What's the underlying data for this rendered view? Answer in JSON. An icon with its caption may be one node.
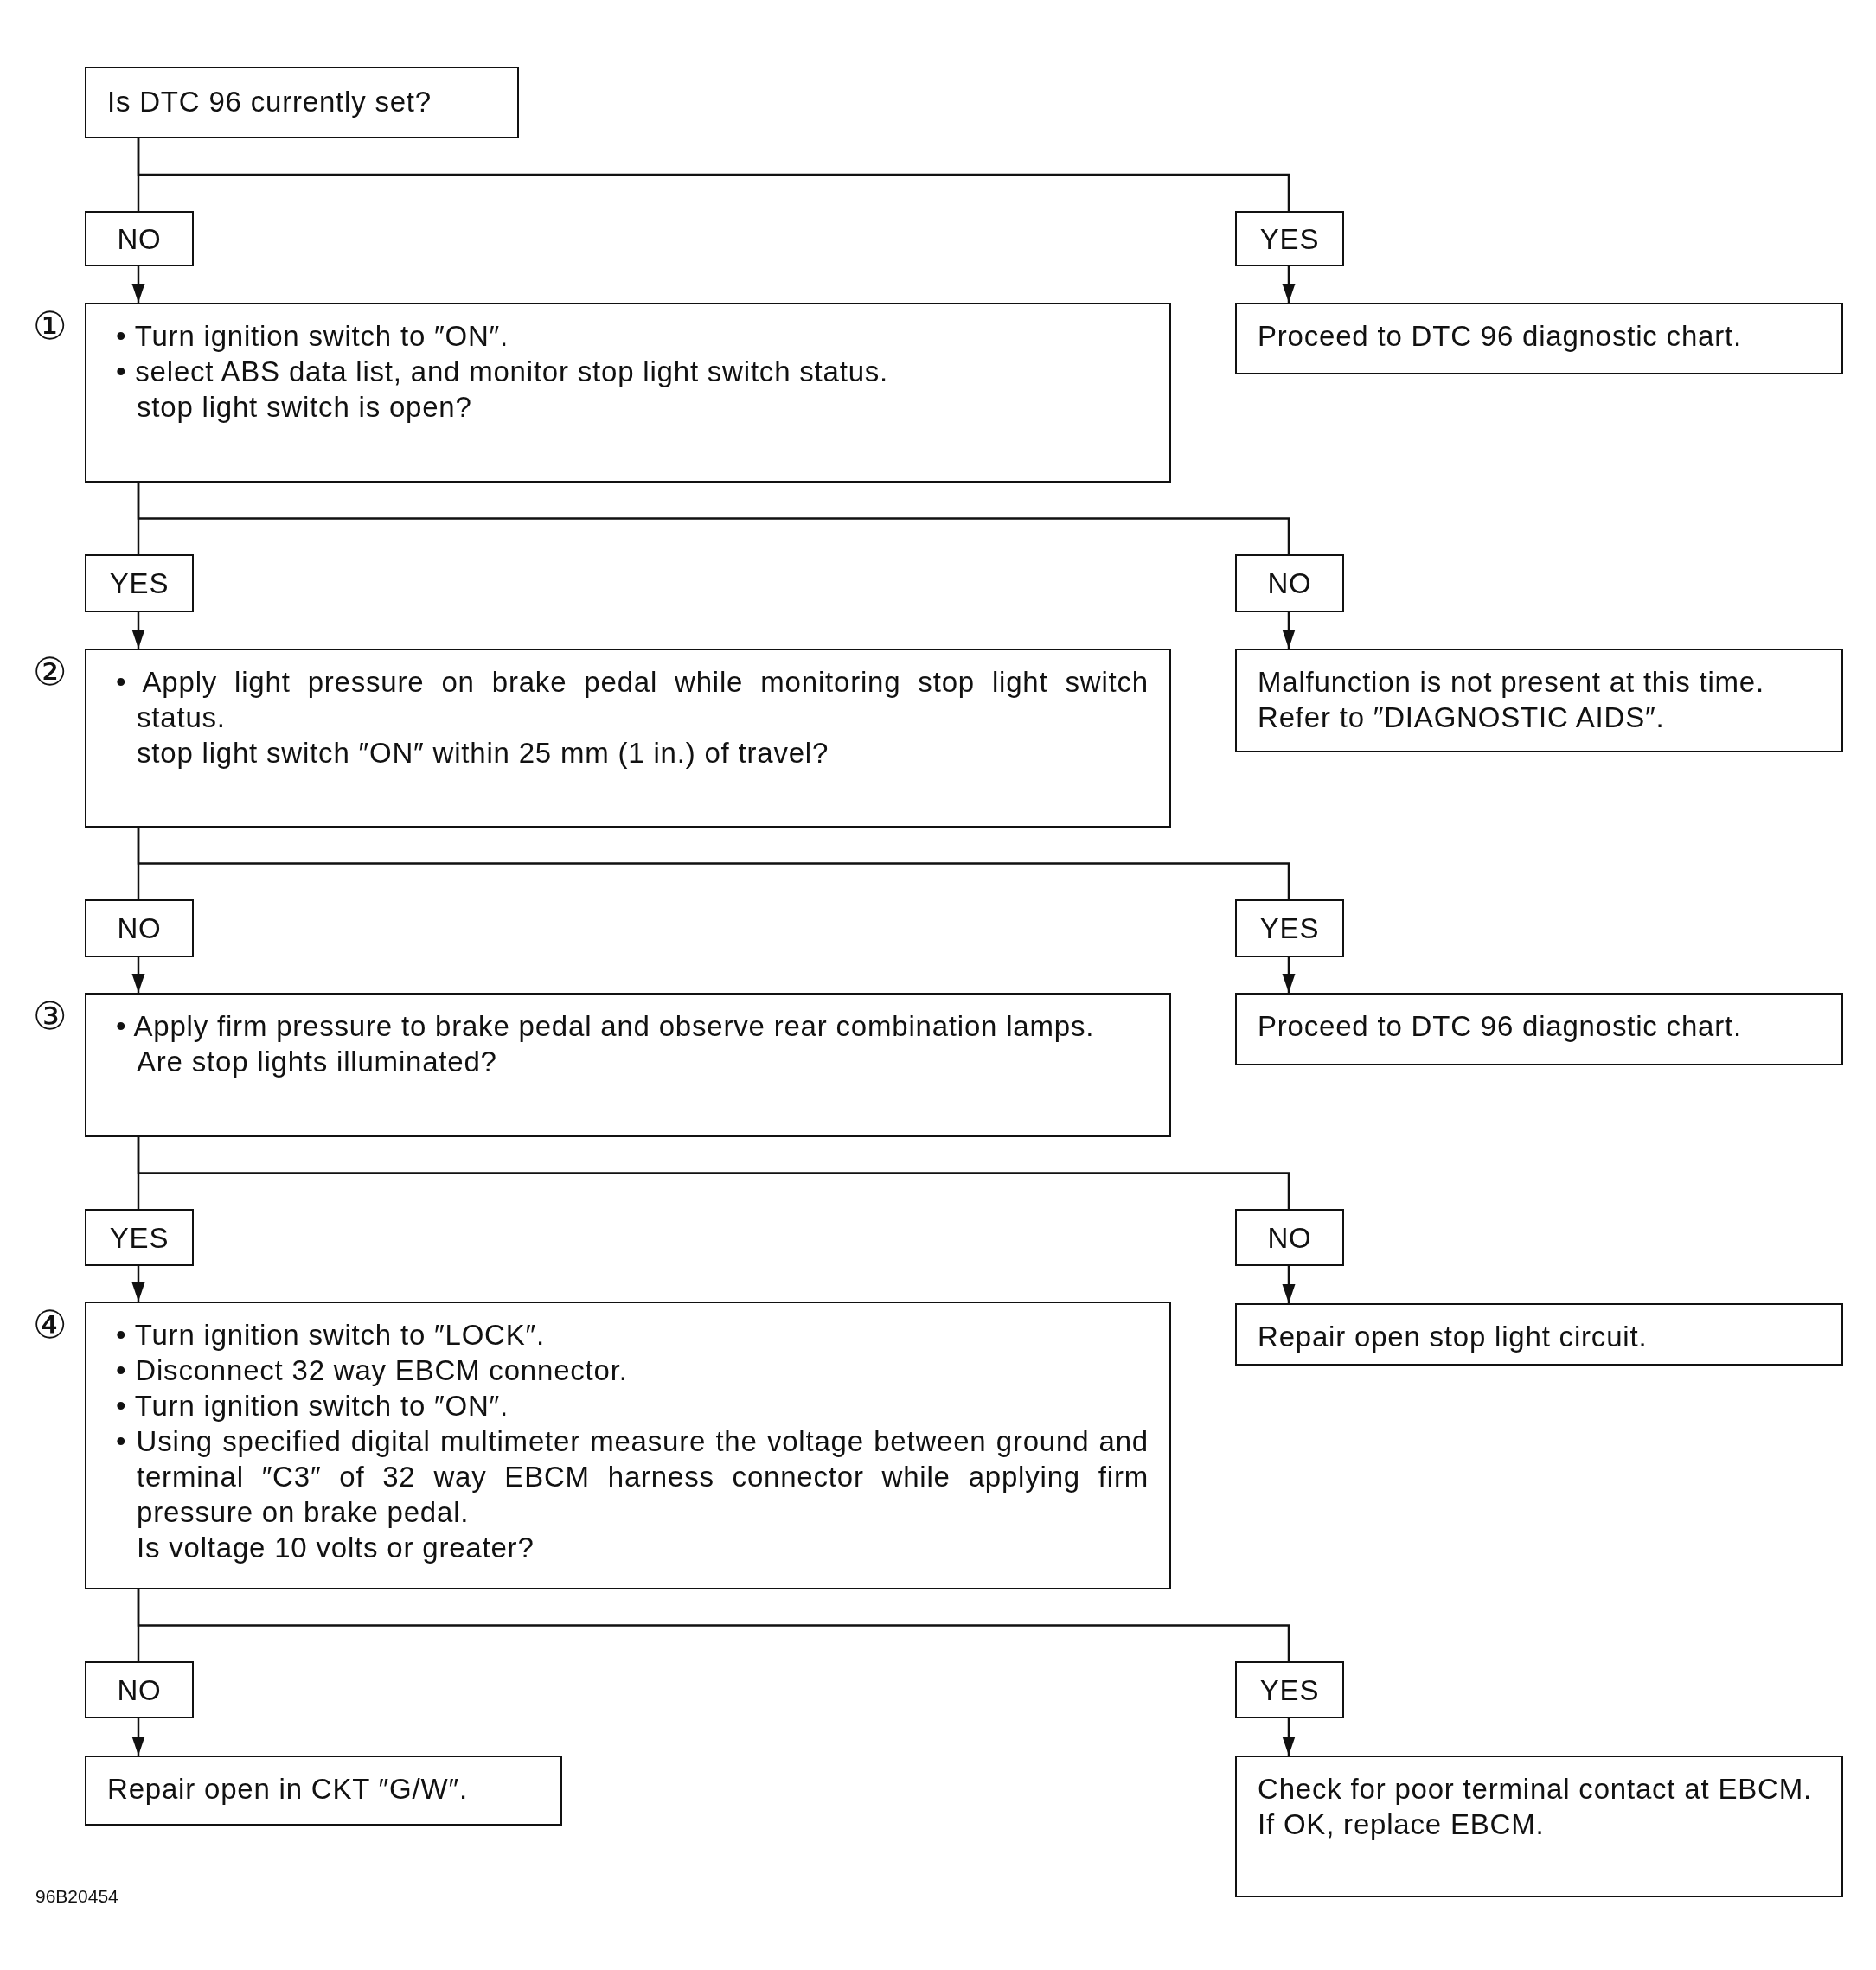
{
  "diagram": {
    "nodes": [
      {
        "text": [
          "Is DTC 96 currently set?"
        ]
      },
      {
        "text": [
          "NO"
        ]
      },
      {
        "text": [
          "YES"
        ]
      },
      {
        "text": [
          "• Turn ignition switch to ″ON″.",
          "• select ABS data list, and monitor stop light switch status.",
          "stop light switch is open?"
        ],
        "beside": [
          "①"
        ]
      },
      {
        "text": [
          "Proceed to DTC 96 diagnostic chart."
        ]
      },
      {
        "text": [
          "YES"
        ]
      },
      {
        "text": [
          "NO"
        ]
      },
      {
        "text": [
          "• Apply light pressure on brake pedal while monitoring stop light switch status.",
          "stop light switch ″ON″ within 25 mm (1 in.) of travel?"
        ],
        "beside": [
          "②"
        ]
      },
      {
        "text": [
          "Malfunction is not present at this time.",
          "Refer to ″DIAGNOSTIC AIDS″."
        ]
      },
      {
        "text": [
          "NO"
        ]
      },
      {
        "text": [
          "YES"
        ]
      },
      {
        "text": [
          "• Apply firm pressure to brake pedal and observe rear combination lamps.",
          "Are stop lights illuminated?"
        ],
        "beside": [
          "③"
        ]
      },
      {
        "text": [
          "Proceed to DTC 96 diagnostic chart."
        ]
      },
      {
        "text": [
          "YES"
        ]
      },
      {
        "text": [
          "NO"
        ]
      },
      {
        "text": [
          "• Turn ignition switch to ″LOCK″.",
          "• Disconnect 32 way EBCM connector.",
          "• Turn ignition switch to ″ON″.",
          "• Using specified digital multimeter measure the voltage between ground and terminal ″C3″ of 32 way EBCM harness connector while applying firm pressure on brake pedal.",
          "Is voltage 10 volts or greater?"
        ],
        "beside": [
          "④"
        ]
      },
      {
        "text": [
          "Repair open stop light circuit."
        ]
      },
      {
        "text": [
          "NO"
        ]
      },
      {
        "text": [
          "YES"
        ]
      },
      {
        "text": [
          "Repair open in CKT ″G/W″."
        ]
      },
      {
        "text": [
          "Check for poor terminal contact at EBCM.",
          "If OK, replace EBCM."
        ]
      }
    ],
    "edges": [
      {
        "from": 0,
        "to": 1,
        "arrow": "none"
      },
      {
        "from": 0,
        "to": 2,
        "arrow": "none"
      },
      {
        "from": 1,
        "to": 3,
        "arrow": "to"
      },
      {
        "from": 2,
        "to": 4,
        "arrow": "to"
      },
      {
        "from": 3,
        "to": 5,
        "arrow": "none"
      },
      {
        "from": 3,
        "to": 6,
        "arrow": "none"
      },
      {
        "from": 5,
        "to": 7,
        "arrow": "to"
      },
      {
        "from": 6,
        "to": 8,
        "arrow": "to"
      },
      {
        "from": 7,
        "to": 9,
        "arrow": "none"
      },
      {
        "from": 7,
        "to": 10,
        "arrow": "none"
      },
      {
        "from": 9,
        "to": 11,
        "arrow": "to"
      },
      {
        "from": 10,
        "to": 12,
        "arrow": "to"
      },
      {
        "from": 11,
        "to": 13,
        "arrow": "none"
      },
      {
        "from": 11,
        "to": 14,
        "arrow": "none"
      },
      {
        "from": 13,
        "to": 15,
        "arrow": "to"
      },
      {
        "from": 14,
        "to": 16,
        "arrow": "to"
      },
      {
        "from": 15,
        "to": 17,
        "arrow": "none"
      },
      {
        "from": 15,
        "to": 18,
        "arrow": "none"
      },
      {
        "from": 17,
        "to": 19,
        "arrow": "to"
      },
      {
        "from": 18,
        "to": 20,
        "arrow": "to"
      }
    ],
    "labels": [
      "96B20454"
    ]
  }
}
